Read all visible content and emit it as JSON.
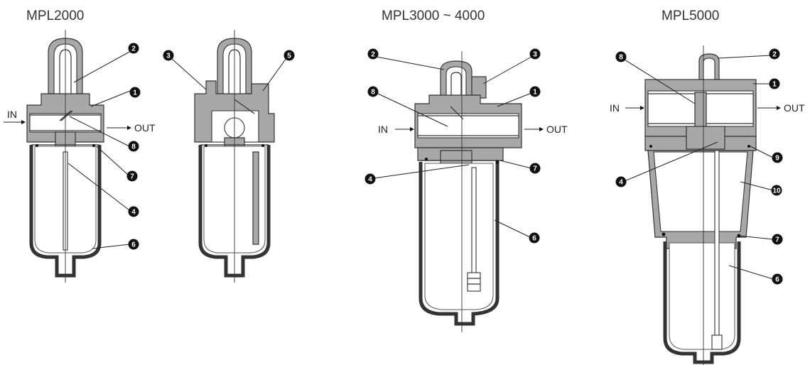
{
  "models": [
    {
      "name": "MPL2000"
    },
    {
      "name": "MPL3000 ~ 4000"
    },
    {
      "name": "MPL5000"
    }
  ],
  "flow_labels": {
    "inlet": "IN",
    "outlet": "OUT"
  },
  "callouts": [
    "1",
    "2",
    "3",
    "4",
    "5",
    "6",
    "7",
    "8",
    "9",
    "10"
  ],
  "colors": {
    "section_fill": "#a8a8a8",
    "line": "#333333",
    "callout": "#111111"
  }
}
